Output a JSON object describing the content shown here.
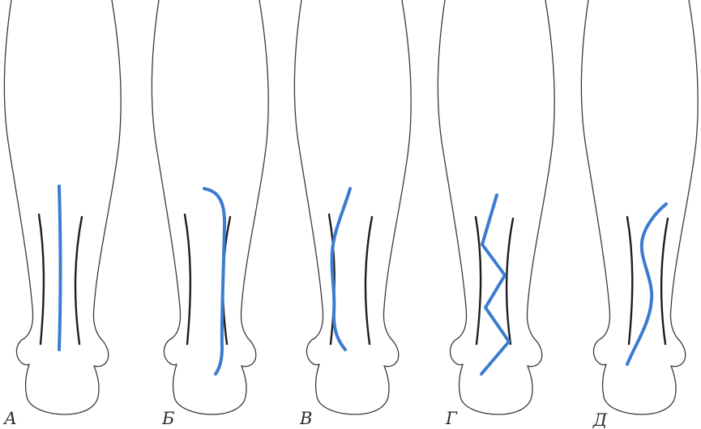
{
  "colors": {
    "incision": "#3b7bd0",
    "outline": "#3a3a3a",
    "tendon": "#1e1e1e"
  },
  "panels": [
    {
      "label": "А",
      "variant": "straight-midline"
    },
    {
      "label": "Б",
      "variant": "lateral-hockey-stick"
    },
    {
      "label": "В",
      "variant": "gentle-s-curve"
    },
    {
      "label": "Г",
      "variant": "zigzag"
    },
    {
      "label": "Д",
      "variant": "s-shaped"
    }
  ]
}
